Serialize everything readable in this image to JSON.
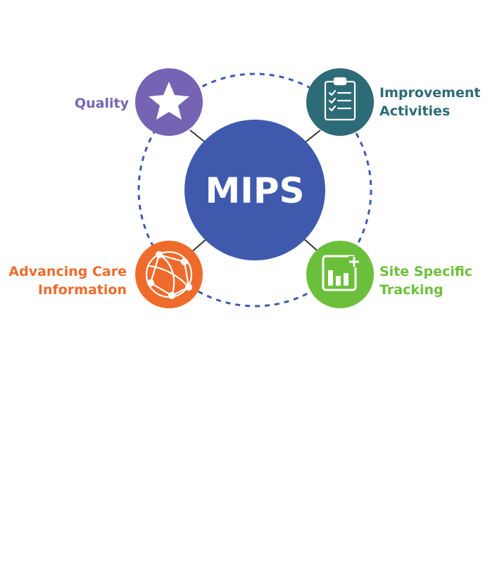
{
  "center": {
    "label": "MIPS",
    "color": "#3f5aad"
  },
  "ring_color": "#3f5aad",
  "connector_color": "#333333",
  "nodes": {
    "quality": {
      "label_lines": [
        "Quality"
      ],
      "color": "#7663b3",
      "icon": "star-icon"
    },
    "improvement": {
      "label_lines": [
        "Improvement",
        "Activities"
      ],
      "color": "#2d6b77",
      "icon": "clipboard-checklist-icon"
    },
    "advancing": {
      "label_lines": [
        "Advancing Care",
        "Information"
      ],
      "color": "#ef6b2c",
      "icon": "network-globe-icon"
    },
    "site": {
      "label_lines": [
        "Site Specific",
        "Tracking"
      ],
      "color": "#6cbf3b",
      "icon": "bar-chart-plus-icon"
    }
  }
}
